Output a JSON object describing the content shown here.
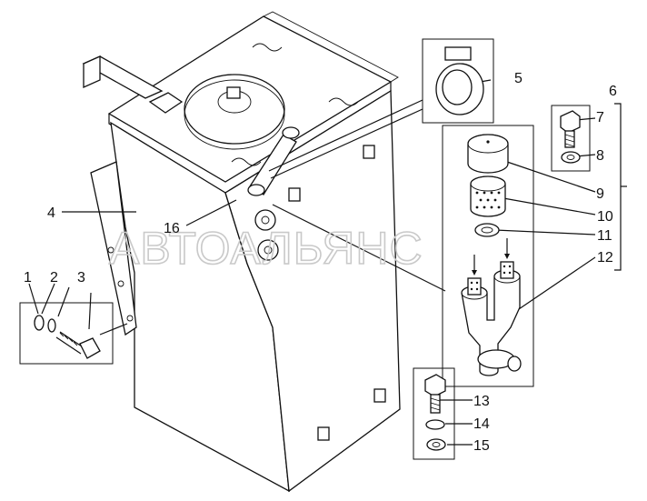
{
  "watermark": "АВТОАЛЬЯНС",
  "callouts": {
    "c1": "1",
    "c2": "2",
    "c3": "3",
    "c4": "4",
    "c5": "5",
    "c6": "6",
    "c7": "7",
    "c8": "8",
    "c9": "9",
    "c10": "10",
    "c11": "11",
    "c12": "12",
    "c13": "13",
    "c14": "14",
    "c15": "15",
    "c16": "16"
  },
  "icons": {
    "tank": "fuel-tank-drawing",
    "clamp": "hose-clamp-drawing",
    "filter": "filter-element-drawing",
    "bolt": "bolt-drawing",
    "washer": "washer-drawing"
  }
}
